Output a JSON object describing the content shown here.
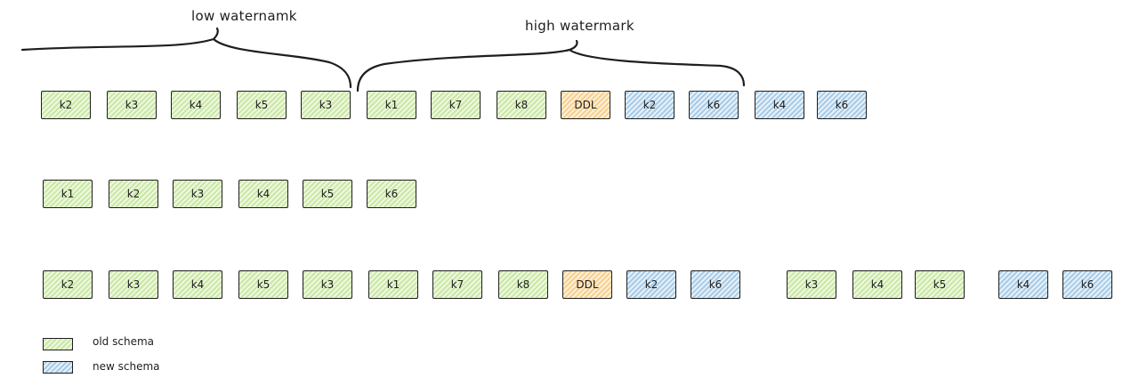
{
  "labels": {
    "low_watermark": "low waternamk",
    "high_watermark": "high watermark"
  },
  "colors": {
    "old": "#c9e7a4",
    "new": "#a8cbe6",
    "ddl": "#f6cf8e",
    "stroke": "#1e1e1e"
  },
  "rows": [
    {
      "name": "row-1",
      "boxes": [
        {
          "label": "k2",
          "type": "old"
        },
        {
          "label": "k3",
          "type": "old"
        },
        {
          "label": "k4",
          "type": "old"
        },
        {
          "label": "k5",
          "type": "old"
        },
        {
          "label": "k3",
          "type": "old"
        },
        {
          "label": "k1",
          "type": "old"
        },
        {
          "label": "k7",
          "type": "old"
        },
        {
          "label": "k8",
          "type": "old"
        },
        {
          "label": "DDL",
          "type": "ddl"
        },
        {
          "label": "k2",
          "type": "new"
        },
        {
          "label": "k6",
          "type": "new"
        },
        {
          "label": "k4",
          "type": "new"
        },
        {
          "label": "k6",
          "type": "new"
        }
      ]
    },
    {
      "name": "row-2",
      "boxes": [
        {
          "label": "k1",
          "type": "old"
        },
        {
          "label": "k2",
          "type": "old"
        },
        {
          "label": "k3",
          "type": "old"
        },
        {
          "label": "k4",
          "type": "old"
        },
        {
          "label": "k5",
          "type": "old"
        },
        {
          "label": "k6",
          "type": "old"
        }
      ]
    },
    {
      "name": "row-3",
      "boxes": [
        {
          "label": "k2",
          "type": "old"
        },
        {
          "label": "k3",
          "type": "old"
        },
        {
          "label": "k4",
          "type": "old"
        },
        {
          "label": "k5",
          "type": "old"
        },
        {
          "label": "k3",
          "type": "old"
        },
        {
          "label": "k1",
          "type": "old"
        },
        {
          "label": "k7",
          "type": "old"
        },
        {
          "label": "k8",
          "type": "old"
        },
        {
          "label": "DDL",
          "type": "ddl"
        },
        {
          "label": "k2",
          "type": "new"
        },
        {
          "label": "k6",
          "type": "new"
        },
        {
          "label": "k3",
          "type": "old"
        },
        {
          "label": "k4",
          "type": "old"
        },
        {
          "label": "k5",
          "type": "old"
        },
        {
          "label": "k4",
          "type": "new"
        },
        {
          "label": "k6",
          "type": "new"
        }
      ]
    }
  ],
  "legend": [
    {
      "label": "old schema",
      "type": "old"
    },
    {
      "label": "new schema",
      "type": "new"
    }
  ]
}
